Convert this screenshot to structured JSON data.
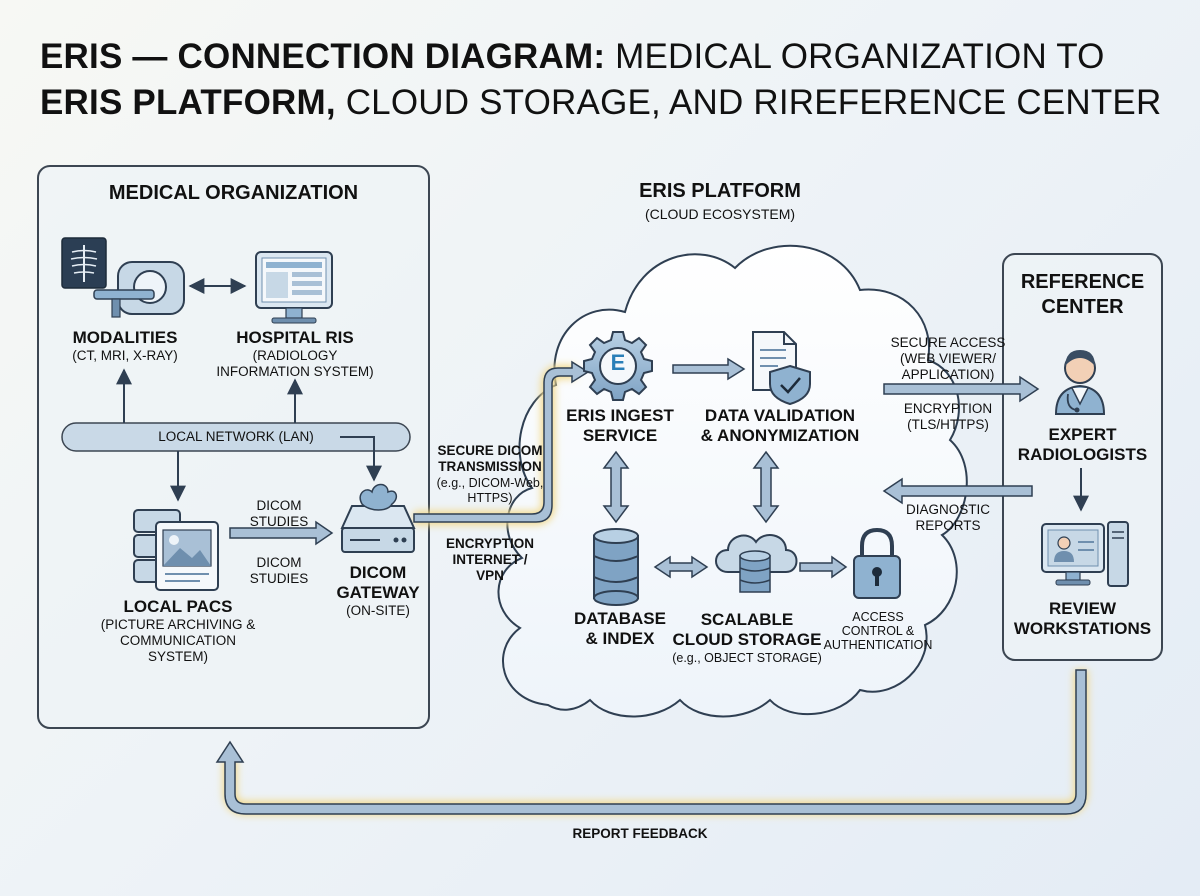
{
  "title": {
    "part1_bold": "ERIS — CONNECTION DIAGRAM:",
    "part1_rest": " MEDICAL ORGANIZATION TO",
    "part2_bold": "ERIS PLATFORM,",
    "part2_rest": " CLOUD STORAGE, AND RIREFERENCE CENTER"
  },
  "medical_org": {
    "heading": "MEDICAL ORGANIZATION",
    "modalities": {
      "label": "MODALITIES",
      "sub": "(CT, MRI, X-RAY)"
    },
    "hospital_ris": {
      "label": "HOSPITAL RIS",
      "sub1": "(RADIOLOGY",
      "sub2": "INFORMATION SYSTEM)"
    },
    "lan": "LOCAL NETWORK (LAN)",
    "pacs": {
      "label": "LOCAL PACS",
      "sub1": "(PICTURE ARCHIVING &",
      "sub2": "COMMUNICATION",
      "sub3": "SYSTEM)"
    },
    "dicom_studies_top": {
      "line1": "DICOM",
      "line2": "STUDIES"
    },
    "dicom_studies_bottom": {
      "line1": "DICOM",
      "line2": "STUDIES"
    },
    "gateway": {
      "line1": "DICOM",
      "line2": "GATEWAY",
      "sub": "(ON-SITE)"
    }
  },
  "transmission": {
    "line1": "SECURE DICOM",
    "line2": "TRANSMISSION",
    "line3": "(e.g., DICOM-Web,",
    "line4": "HTTPS)",
    "enc1": "ENCRYPTION",
    "enc2": "INTERNET /",
    "enc3": "VPN"
  },
  "platform": {
    "heading": "ERIS PLATFORM",
    "sub": "(CLOUD ECOSYSTEM)",
    "ingest": {
      "line1": "ERIS INGEST",
      "line2": "SERVICE",
      "logo": "E"
    },
    "validation": {
      "line1": "DATA VALIDATION",
      "line2": "& ANONYMIZATION"
    },
    "database": {
      "line1": "DATABASE",
      "line2": "& INDEX"
    },
    "storage": {
      "line1": "SCALABLE",
      "line2": "CLOUD STORAGE",
      "sub": "(e.g., OBJECT STORAGE)"
    },
    "access": {
      "line1": "ACCESS",
      "line2": "CONTROL &",
      "line3": "AUTHENTICATION"
    }
  },
  "links": {
    "secure_access1": "SECURE ACCESS",
    "secure_access2": "(WEB VIEWER/",
    "secure_access3": "APPLICATION)",
    "encryption": "ENCRYPTION",
    "tls": "(TLS/HTTPS)",
    "diagnostic1": "DIAGNOSTIC",
    "diagnostic2": "REPORTS",
    "feedback": "REPORT FEEDBACK"
  },
  "reference_center": {
    "heading1": "REFERENCE",
    "heading2": "CENTER",
    "radiologists": {
      "line1": "EXPERT",
      "line2": "RADIOLOGISTS"
    },
    "workstations": {
      "line1": "REVIEW",
      "line2": "WORKSTATIONS"
    }
  },
  "colors": {
    "panel_border": "#3c4652",
    "connector": "#2f3f52",
    "arrow_fill": "#a9c0d6",
    "glow": "#f2d98c",
    "icon_blue": "#8fb2d0",
    "icon_dark": "#3a4d63"
  }
}
